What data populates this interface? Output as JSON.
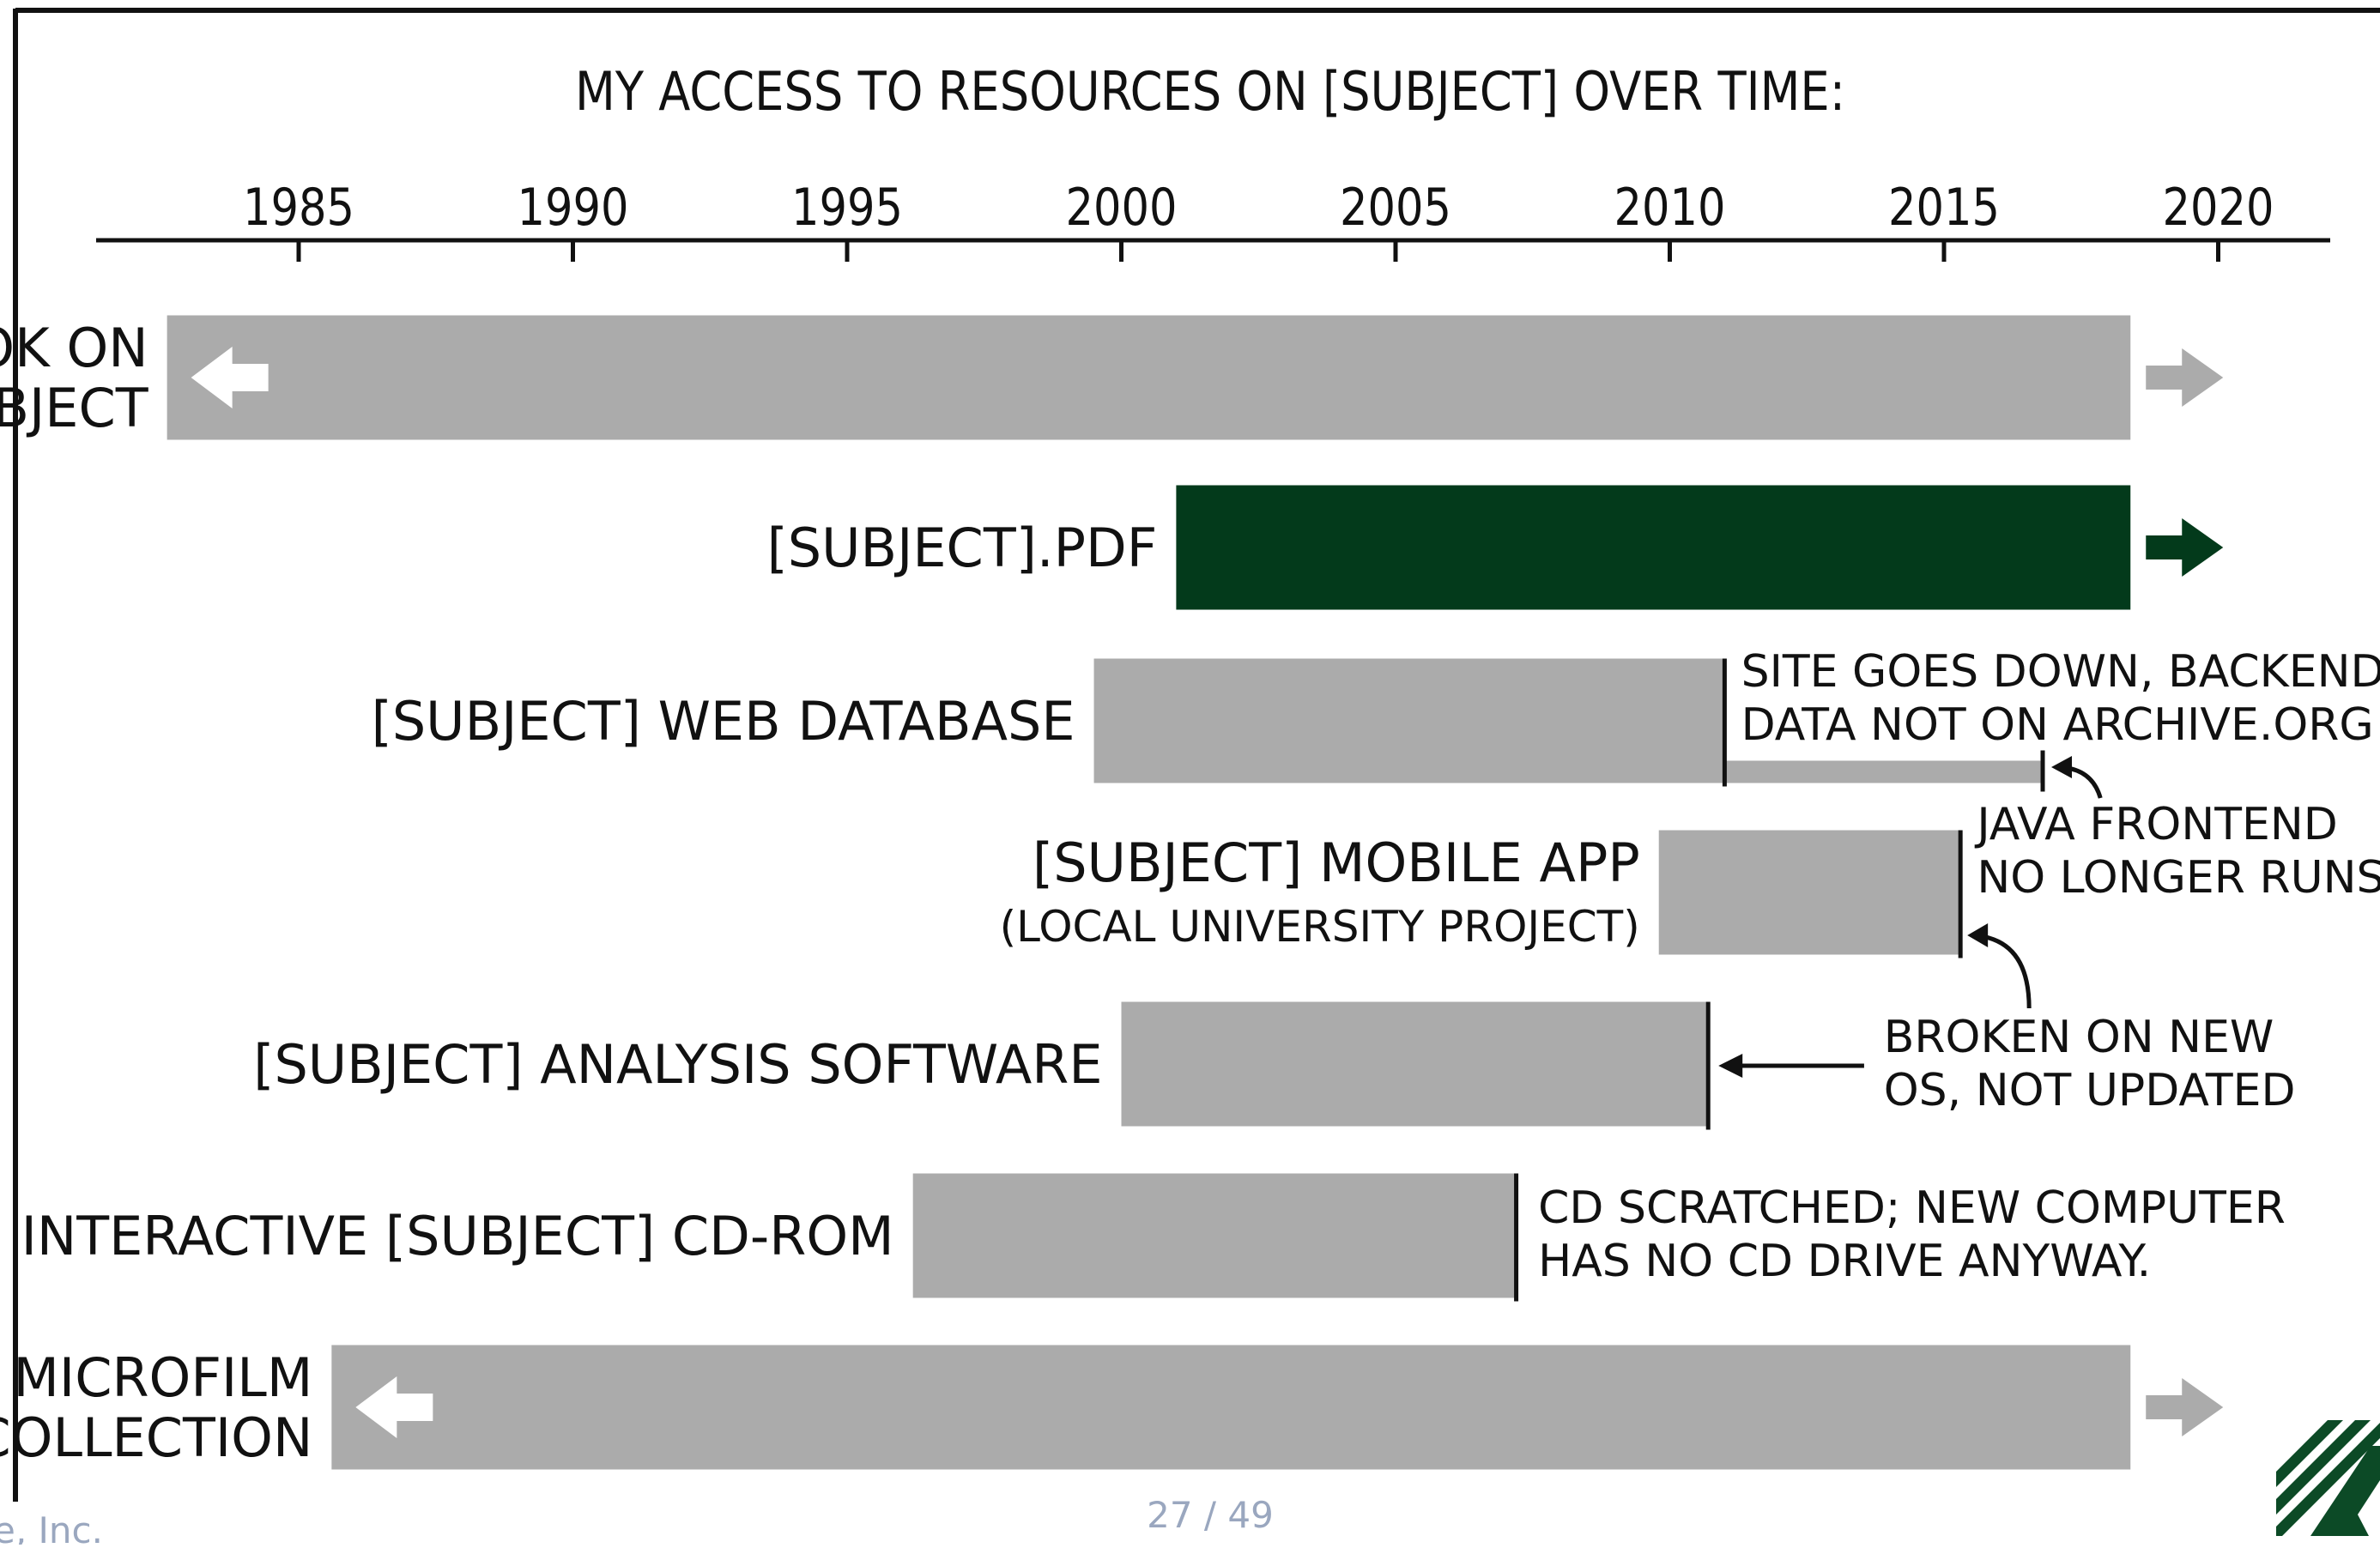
{
  "chart_data": {
    "type": "bar",
    "title": "MY ACCESS TO RESOURCES ON [SUBJECT] OVER TIME:",
    "xlabel": "",
    "ylabel": "",
    "xlim": [
      1980,
      2022.5
    ],
    "ticks": [
      1985,
      1990,
      1995,
      2000,
      2005,
      2010,
      2015,
      2020
    ],
    "tick_labels": [
      "1985",
      "1990",
      "1995",
      "2000",
      "2005",
      "2010",
      "2015",
      "2020"
    ],
    "grid": false,
    "legend": "none",
    "rows": [
      {
        "label": [
          "BOOK ON",
          "SUBJECT"
        ],
        "start": 1982.6,
        "end": 2018.4,
        "highlight": false,
        "extends_left": true,
        "extends_right": true
      },
      {
        "label": [
          "[SUBJECT].PDF"
        ],
        "start": 2001.0,
        "end": 2018.4,
        "highlight": true,
        "extends_left": false,
        "extends_right": true
      },
      {
        "label": [
          "[SUBJECT] WEB DATABASE"
        ],
        "start": 1999.5,
        "end": 2011.0,
        "thin_end": 2016.8,
        "highlight": false,
        "extends_left": false,
        "extends_right": false
      },
      {
        "label": [
          "[SUBJECT] MOBILE APP",
          "(LOCAL UNIVERSITY PROJECT)"
        ],
        "start": 2009.8,
        "end": 2015.3,
        "highlight": false,
        "extends_left": false,
        "extends_right": false
      },
      {
        "label": [
          "[SUBJECT] ANALYSIS SOFTWARE"
        ],
        "start": 2000.0,
        "end": 2010.7,
        "highlight": false,
        "extends_left": false,
        "extends_right": false
      },
      {
        "label": [
          "INTERACTIVE [SUBJECT] CD-ROM"
        ],
        "start": 1996.2,
        "end": 2007.2,
        "highlight": false,
        "extends_left": false,
        "extends_right": false
      },
      {
        "label": [
          "LIBRARY MICROFILM",
          "[SUBJECT] COLLECTION"
        ],
        "start": 1985.6,
        "end": 2018.4,
        "highlight": false,
        "extends_left": true,
        "extends_right": true
      }
    ],
    "annotations": [
      {
        "lines": [
          "SITE GOES DOWN, BACKEND",
          "DATA NOT ON ARCHIVE.ORG"
        ]
      },
      {
        "lines": [
          "JAVA FRONTEND",
          "NO LONGER RUNS"
        ]
      },
      {
        "lines": [
          "BROKEN ON NEW",
          "OS, NOT UPDATED"
        ]
      },
      {
        "lines": [
          "CD SCRATCHED; NEW COMPUTER",
          "HAS NO CD DRIVE ANYWAY."
        ]
      }
    ],
    "colors": {
      "bar": "#ababab",
      "highlight": "#033a1b",
      "arrow_light": "#ffffff",
      "ink": "#111111"
    }
  },
  "footer": {
    "page": "27 / 49",
    "corner_text": "e, Inc."
  },
  "logo": {
    "icon": "logo-icon",
    "colors": [
      "#0c4a26",
      "#ffffff"
    ]
  }
}
